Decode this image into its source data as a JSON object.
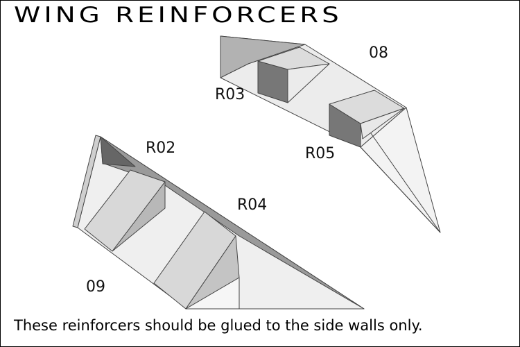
{
  "title": "WING REINFORCERS",
  "caption": "These reinforcers should be glued to the side walls only.",
  "parts": {
    "upper_wing": "08",
    "lower_wing": "09",
    "r02": "R02",
    "r03": "R03",
    "r04": "R04",
    "r05": "R05"
  }
}
